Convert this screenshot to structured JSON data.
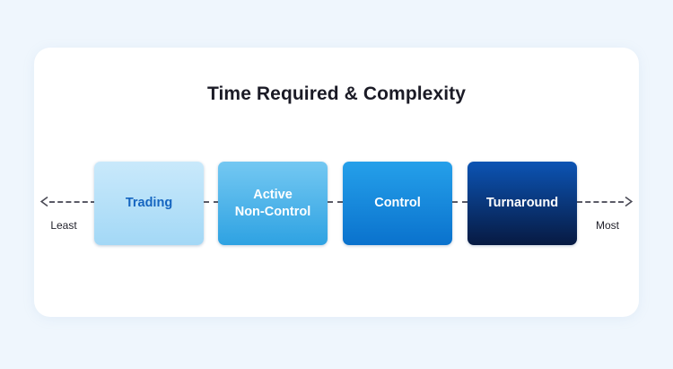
{
  "page": {
    "background_color": "#eff6fd",
    "card_background": "#ffffff"
  },
  "chart_data": {
    "type": "bar",
    "title": "Time Required & Complexity",
    "xlabel": "",
    "ylabel": "",
    "orientation": "horizontal-scale",
    "axis": {
      "left_label": "Least",
      "right_label": "Most",
      "left_arrow_icon": "arrow-left-icon",
      "right_arrow_icon": "arrow-right-icon",
      "line_style": "dashed",
      "line_color": "#5b5b66"
    },
    "categories": [
      "Trading",
      "Active Non-Control",
      "Control",
      "Turnaround"
    ],
    "values": [
      1,
      2,
      3,
      4
    ],
    "legend": "none",
    "grid": false,
    "stages": [
      {
        "label": "Trading",
        "label_lines": [
          "Trading"
        ],
        "rank": 1,
        "fill_top": "#bfe4f8",
        "fill_bottom": "#9fd6f5",
        "text_color": "#1565c0"
      },
      {
        "label": "Active Non-Control",
        "label_lines": [
          "Active",
          "Non-Control"
        ],
        "rank": 2,
        "fill_top": "#6ec6f2",
        "fill_bottom": "#2f9fe0",
        "text_color": "#ffffff"
      },
      {
        "label": "Control",
        "label_lines": [
          "Control"
        ],
        "rank": 3,
        "fill_top": "#2196e8",
        "fill_bottom": "#0b74cf",
        "text_color": "#ffffff"
      },
      {
        "label": "Turnaround",
        "label_lines": [
          "Turnaround"
        ],
        "rank": 4,
        "fill_top": "#0b51b0",
        "fill_bottom": "#081c46",
        "text_color": "#ffffff"
      }
    ]
  }
}
